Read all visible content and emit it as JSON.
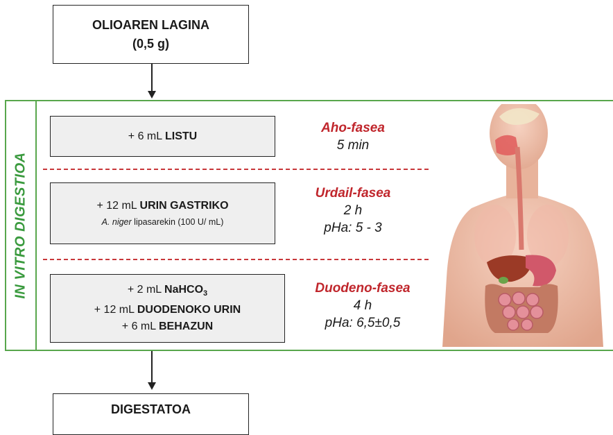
{
  "top_box": {
    "line1": "OLIOAREN LAGINA",
    "line2": "(0,5 g)"
  },
  "side_label": "IN VITRO DIGESTIOA",
  "phases": [
    {
      "reagents": [
        {
          "prefix": "+ 6 mL ",
          "bold": "LISTU"
        }
      ],
      "name": "Aho-fasea",
      "time": "5 min",
      "ph": ""
    },
    {
      "reagents": [
        {
          "prefix": "+ 12 mL ",
          "bold": "URIN GASTRIKO"
        }
      ],
      "note_italic": "A. niger",
      "note_rest": " lipasarekin (100 U/ mL)",
      "name": "Urdail-fasea",
      "time": "2 h",
      "ph": "pHa: 5 - 3"
    },
    {
      "reagents": [
        {
          "prefix": "+ 2 mL ",
          "bold": "NaHCO",
          "sub": "3"
        },
        {
          "prefix": "+ 12 mL ",
          "bold": "DUODENOKO URIN"
        },
        {
          "prefix": "+ 6 mL ",
          "bold": "BEHAZUN"
        }
      ],
      "name": "Duodeno-fasea",
      "time": "4 h",
      "ph": "pHa: 6,5±0,5"
    }
  ],
  "bottom_box": {
    "label": "DIGESTATOA"
  },
  "colors": {
    "panel_border": "#58a64c",
    "side_text": "#3a9a3e",
    "phase_name": "#c0262c",
    "dash": "#c8373a",
    "box_fill": "#efefef"
  }
}
